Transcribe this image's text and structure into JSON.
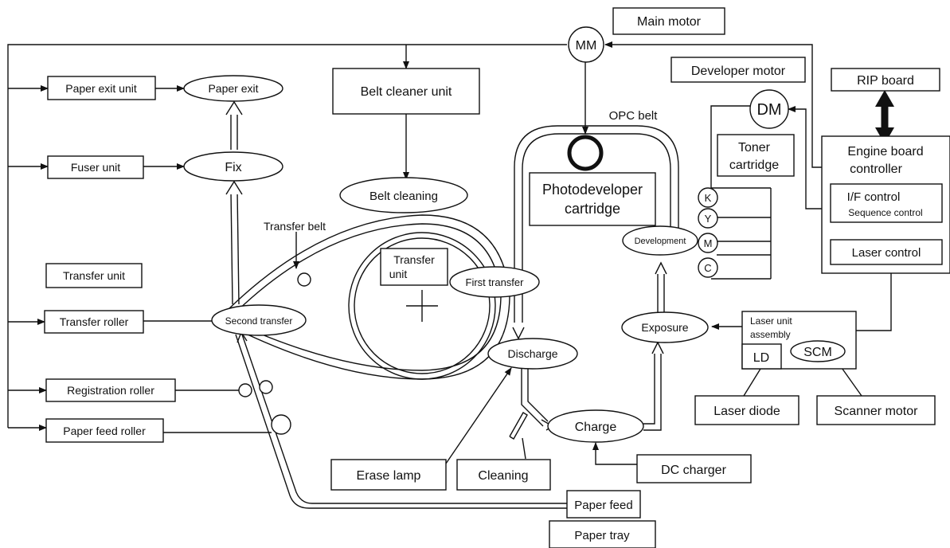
{
  "labels": {
    "main_motor": "Main motor",
    "mm": "MM",
    "developer_motor": "Developer motor",
    "rip_board": "RIP board",
    "dm": "DM",
    "opc_belt": "OPC belt",
    "toner_cartridge_1": "Toner",
    "toner_cartridge_2": "cartridge",
    "engine_board_1": "Engine board",
    "engine_board_2": "controller",
    "if_control": "I/F control",
    "sequence_control": "Sequence control",
    "laser_control": "Laser control",
    "toner_k": "K",
    "toner_y": "Y",
    "toner_m": "M",
    "toner_c": "C",
    "paper_exit_unit": "Paper exit unit",
    "paper_exit": "Paper exit",
    "belt_cleaner_unit": "Belt cleaner unit",
    "fuser_unit": "Fuser unit",
    "fix": "Fix",
    "belt_cleaning": "Belt cleaning",
    "photodeveloper_1": "Photodeveloper",
    "photodeveloper_2": "cartridge",
    "development": "Development",
    "transfer_belt": "Transfer belt",
    "transfer_unit_left": "Transfer unit",
    "transfer_unit_inner_1": "Transfer",
    "transfer_unit_inner_2": "unit",
    "first_transfer": "First transfer",
    "transfer_roller": "Transfer roller",
    "second_transfer": "Second transfer",
    "discharge": "Discharge",
    "exposure": "Exposure",
    "laser_unit_1": "Laser unit",
    "laser_unit_2": "assembly",
    "ld": "LD",
    "scm": "SCM",
    "registration_roller": "Registration roller",
    "paper_feed_roller": "Paper feed roller",
    "charge": "Charge",
    "laser_diode": "Laser diode",
    "scanner_motor": "Scanner motor",
    "erase_lamp": "Erase lamp",
    "cleaning": "Cleaning",
    "dc_charger": "DC charger",
    "paper_feed": "Paper feed",
    "paper_tray": "Paper tray"
  }
}
